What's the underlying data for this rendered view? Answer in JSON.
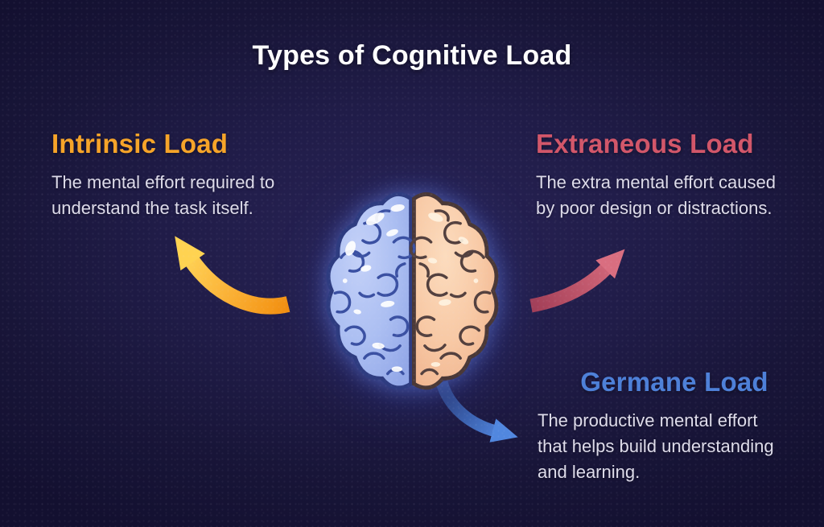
{
  "title": "Types of Cognitive Load",
  "sections": [
    {
      "id": "intrinsic",
      "heading": "Intrinsic Load",
      "heading_color": "#F6A428",
      "description": "The mental effort required to understand the task itself.",
      "description_lines": [
        "The mental effort required to",
        "understand the task itself."
      ],
      "arrow_color": "#F5A01B",
      "arrow_direction": "up-left"
    },
    {
      "id": "extraneous",
      "heading": "Extraneous Load",
      "heading_color": "#D25669",
      "description": "The extra mental effort caused by poor design or distractions.",
      "description_lines": [
        "The extra mental effort caused",
        "by poor design or distractions."
      ],
      "arrow_color": "#C4506A",
      "arrow_direction": "up-right"
    },
    {
      "id": "germane",
      "heading": "Germane Load",
      "heading_color": "#4D80D8",
      "description": "The productive mental effort that helps build understanding and learning.",
      "description_lines": [
        "The productive mental effort",
        "that helps build understanding",
        "and learning."
      ],
      "arrow_color": "#4C7FD8",
      "arrow_direction": "down-right"
    }
  ],
  "brain": {
    "left_hemisphere_color": "#AFC1F2",
    "right_hemisphere_color": "#F8C9A6"
  },
  "colors": {
    "background_center": "#282355",
    "background_edge": "#131030",
    "title_color": "#FFFFFF",
    "body_text_color": "#DEDCEA"
  }
}
